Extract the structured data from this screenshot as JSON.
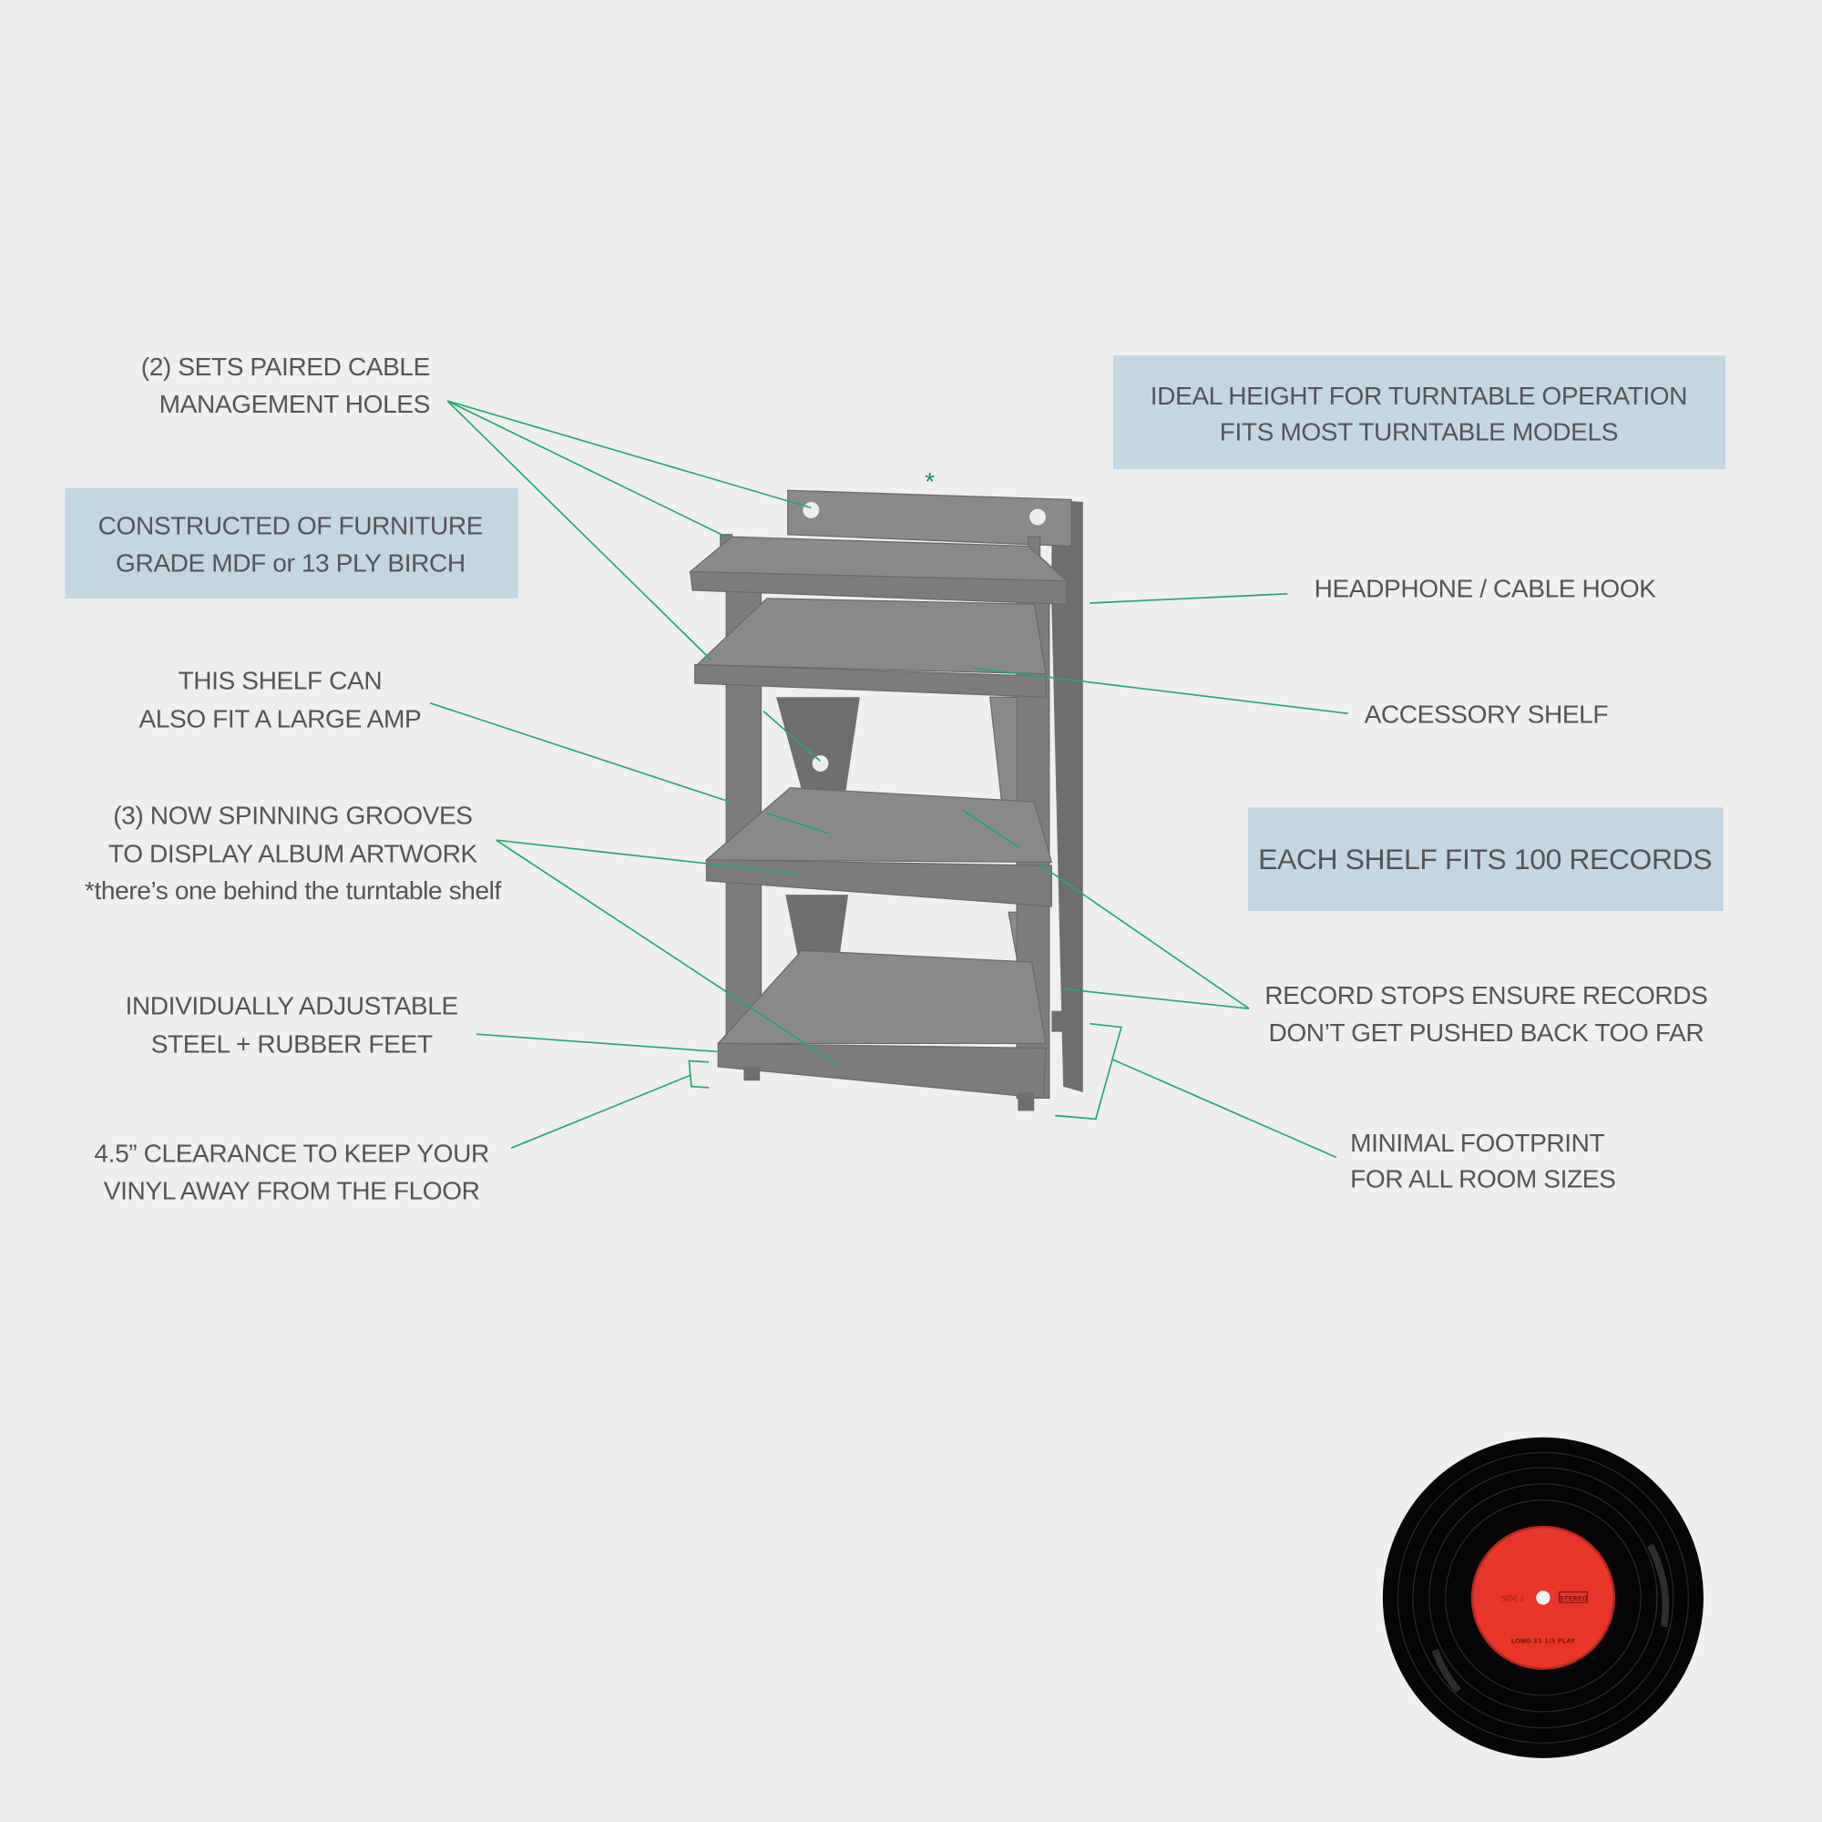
{
  "labels": {
    "cable_holes": [
      "(2) SETS PAIRED CABLE",
      "MANAGEMENT HOLES"
    ],
    "construction": [
      "CONSTRUCTED OF FURNITURE",
      "GRADE MDF or 13 PLY BIRCH"
    ],
    "amp_shelf": [
      "THIS SHELF CAN",
      "ALSO FIT A LARGE AMP"
    ],
    "grooves": [
      "(3) NOW SPINNING GROOVES",
      "TO DISPLAY ALBUM ARTWORK",
      "*there’s one behind the turntable shelf"
    ],
    "feet": [
      "INDIVIDUALLY ADJUSTABLE",
      "STEEL + RUBBER FEET"
    ],
    "clearance": [
      "4.5” CLEARANCE TO KEEP YOUR",
      "VINYL AWAY FROM THE FLOOR"
    ],
    "ideal_height": [
      "IDEAL HEIGHT FOR  TURNTABLE OPERATION",
      "FITS MOST TURNTABLE MODELS"
    ],
    "headphone": "HEADPHONE / CABLE HOOK",
    "accessory": "ACCESSORY SHELF",
    "each_shelf": "EACH SHELF FITS 100 RECORDS",
    "record_stops": [
      "RECORD STOPS ENSURE RECORDS",
      "DON’T GET PUSHED BACK TOO FAR"
    ],
    "footprint": [
      "MINIMAL FOOTPRINT",
      "FOR  ALL ROOM SIZES"
    ],
    "asterisk": "*"
  },
  "record": {
    "side": "SIDE 2",
    "stereo": "STEREO",
    "speed": "LONG 33 1/3 PLAY"
  },
  "colors": {
    "callout_box": "#c3d7e3",
    "leader_line": "#1faa6b",
    "label_red": "#e8362a"
  }
}
